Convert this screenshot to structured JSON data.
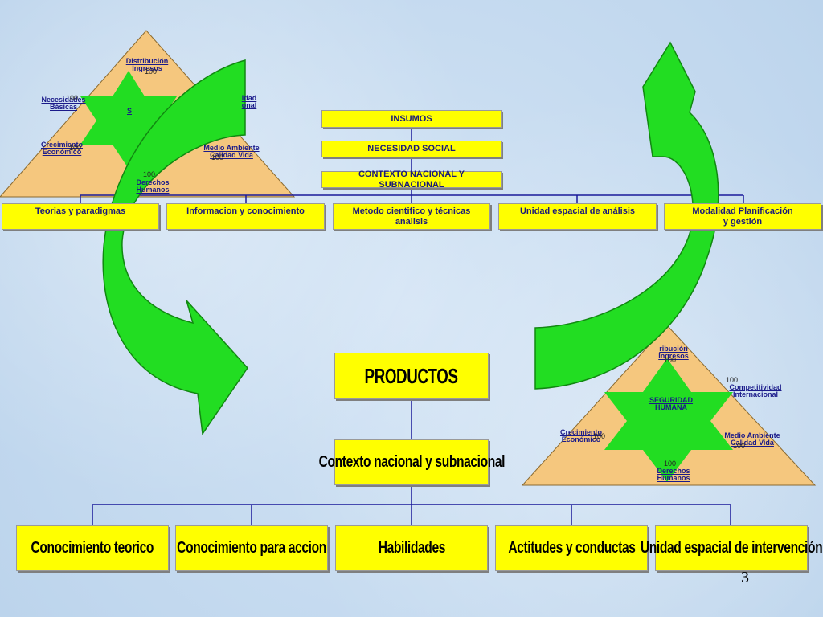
{
  "inputs": {
    "insumos": "INSUMOS",
    "necesidad_social": "NECESIDAD SOCIAL",
    "contexto": "CONTEXTO NACIONAL Y SUBNACIONAL"
  },
  "input_branches": [
    "Teorias y paradigmas",
    "Informacion y conocimiento",
    "Metodo cientifico y técnicas analisis",
    "Unidad espacial de análisis",
    "Modalidad Planificación\ny gestión"
  ],
  "products": {
    "title": "PRODUCTOS",
    "contexto": "Contexto nacional y subnacional"
  },
  "product_branches": [
    "Conocimiento teorico",
    "Conocimiento para accion",
    "Habilidades",
    "Actitudes y conductas",
    "Unidad espacial de intervención"
  ],
  "triangle_left": {
    "top": "Distribución\nIngresos",
    "left": "Necesidades\nBásicas",
    "right": "idad\nonal",
    "center": "S",
    "bottom_left": "Crecimiento\nEconómico",
    "bottom_right": "Medio Ambiente\nCalidad Vida",
    "bottom": "Derechos\nHumanos",
    "value": "100"
  },
  "triangle_right": {
    "top": "ribución\nIngresos",
    "right": "Competitividad\nInternacional",
    "center": "SEGURIDAD\nHUMANA",
    "bottom_left": "Crecimiento\nEconómico",
    "bottom_right": "Medio Ambiente\nCalidad Vida",
    "bottom": "Derechos\nHumanos",
    "value": "100"
  },
  "page_number": "3",
  "colors": {
    "box": "#ffff00",
    "triangle": "#f5c77e",
    "star": "#22dd22",
    "arrow": "#22dd22",
    "line": "#1a1a9a"
  }
}
